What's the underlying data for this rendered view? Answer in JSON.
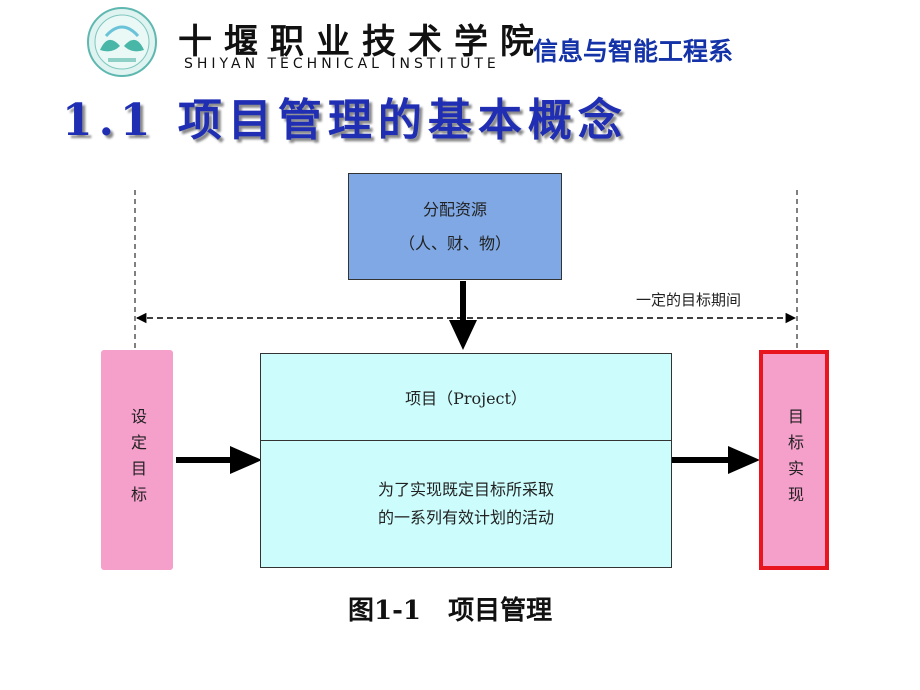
{
  "header": {
    "school_name_cn": "十堰职业技术学院",
    "school_name_en": "SHIYAN TECHNICAL INSTITUTE",
    "department": "信息与智能工程系"
  },
  "slide_title": "1.1  项目管理的基本概念",
  "diagram": {
    "resources_line1": "分配资源",
    "resources_line2": "（人、财、物）",
    "time_label": "一定的目标期间",
    "project_label": "项目（Project）",
    "project_desc_line1": "为了实现既定目标所采取",
    "project_desc_line2": "的一系列有效计划的活动",
    "left_label": "设定目标",
    "right_label": "目标实现"
  },
  "caption": "图1-1   项目管理",
  "colors": {
    "title": "#1f2eb3",
    "department": "#1533a8",
    "resource_box": "#7fa8e4",
    "project_box": "#ccfcfc",
    "goal_box": "#f59fcb",
    "goal_border": "#e8141e"
  }
}
